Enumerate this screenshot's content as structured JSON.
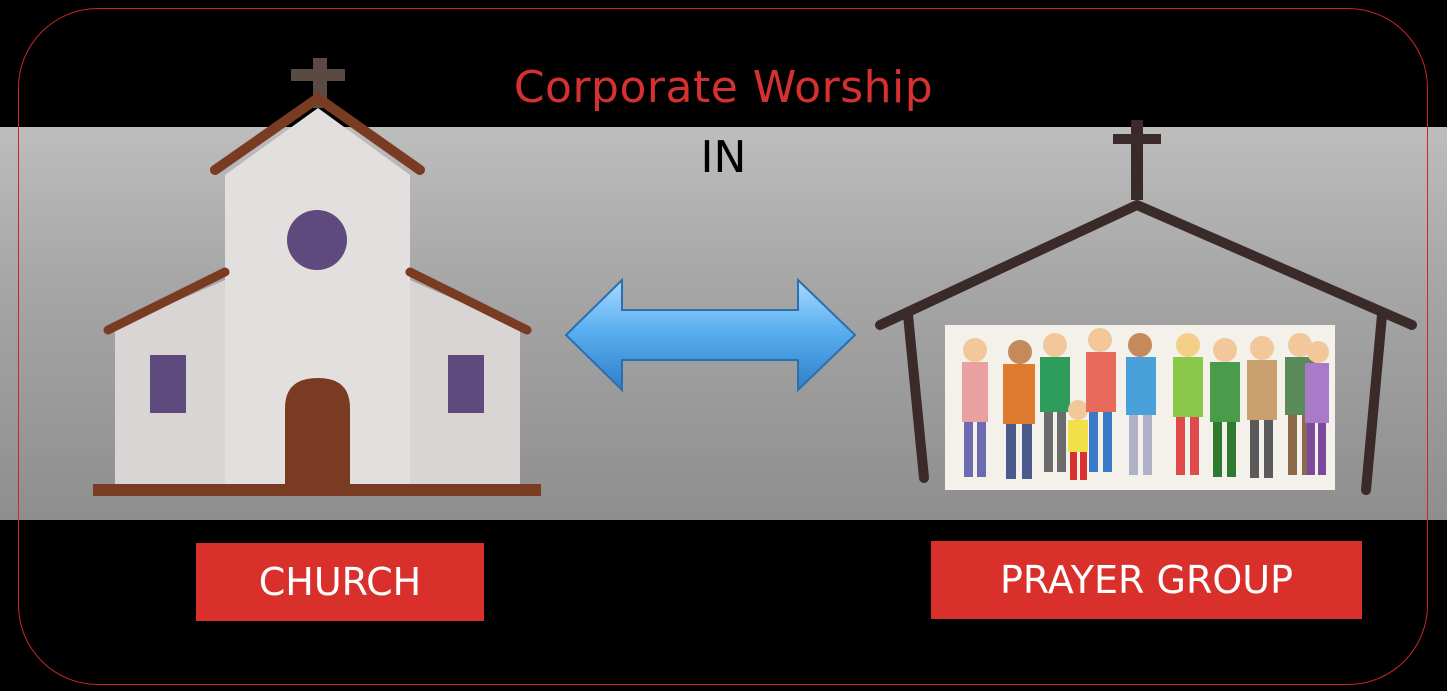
{
  "title": "Corporate Worship",
  "subtitle": "IN",
  "labels": {
    "church": "CHURCH",
    "prayer_group": "PRAYER GROUP"
  },
  "colors": {
    "accent_red": "#d9302b",
    "title_red": "#d63131",
    "arrow_blue": "#5ab0f0",
    "church_wall": "#dedada",
    "church_roof": "#7a3b23",
    "window_purple": "#5e4a7d"
  },
  "icons": [
    "church-icon",
    "double-arrow-icon",
    "prayer-house-icon",
    "people-group-icon"
  ]
}
